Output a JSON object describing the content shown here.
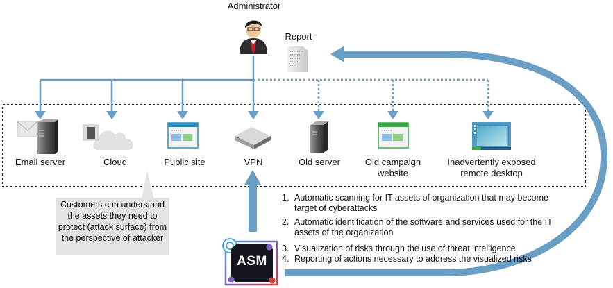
{
  "administrator": {
    "label": "Administrator",
    "icon": "administrator-person-icon"
  },
  "report": {
    "label": "Report",
    "icon": "report-document-icon"
  },
  "assets": [
    {
      "id": "email-server",
      "label": "Email server",
      "icon": "email-server-icon",
      "link": "solid"
    },
    {
      "id": "cloud",
      "label": "Cloud",
      "icon": "cloud-icon",
      "link": "solid"
    },
    {
      "id": "public-site",
      "label": "Public site",
      "icon": "website-icon",
      "link": "solid"
    },
    {
      "id": "vpn",
      "label": "VPN",
      "icon": "vpn-router-icon",
      "link": "solid"
    },
    {
      "id": "old-server",
      "label": "Old server",
      "icon": "server-icon",
      "link": "dotted"
    },
    {
      "id": "old-campaign-website",
      "label": "Old campaign\nwebsite",
      "icon": "website-icon",
      "link": "dotted"
    },
    {
      "id": "remote-desktop",
      "label": "Inadvertently exposed\nremote desktop",
      "icon": "remote-desktop-icon",
      "link": "dotted"
    }
  ],
  "callout": {
    "text": "Customers can understand the assets they need to protect (attack surface) from the perspective of attacker"
  },
  "asm": {
    "label": "ASM",
    "icon": "asm-logo-icon"
  },
  "features": [
    {
      "num": "1.",
      "text": "Automatic scanning for IT assets of organization that may become target of cyberattacks"
    },
    {
      "num": "2.",
      "text": "Automatic identification of the software and services used for the IT assets of the organization"
    },
    {
      "num": "3.",
      "text": "Visualization of risks through the use of threat intelligence"
    },
    {
      "num": "4.",
      "text": "Reporting of actions necessary to address the visualized risks"
    }
  ],
  "colors": {
    "arrow": "#6a9fc5",
    "border": "#222222",
    "callout_bg": "#e3e3e3"
  }
}
